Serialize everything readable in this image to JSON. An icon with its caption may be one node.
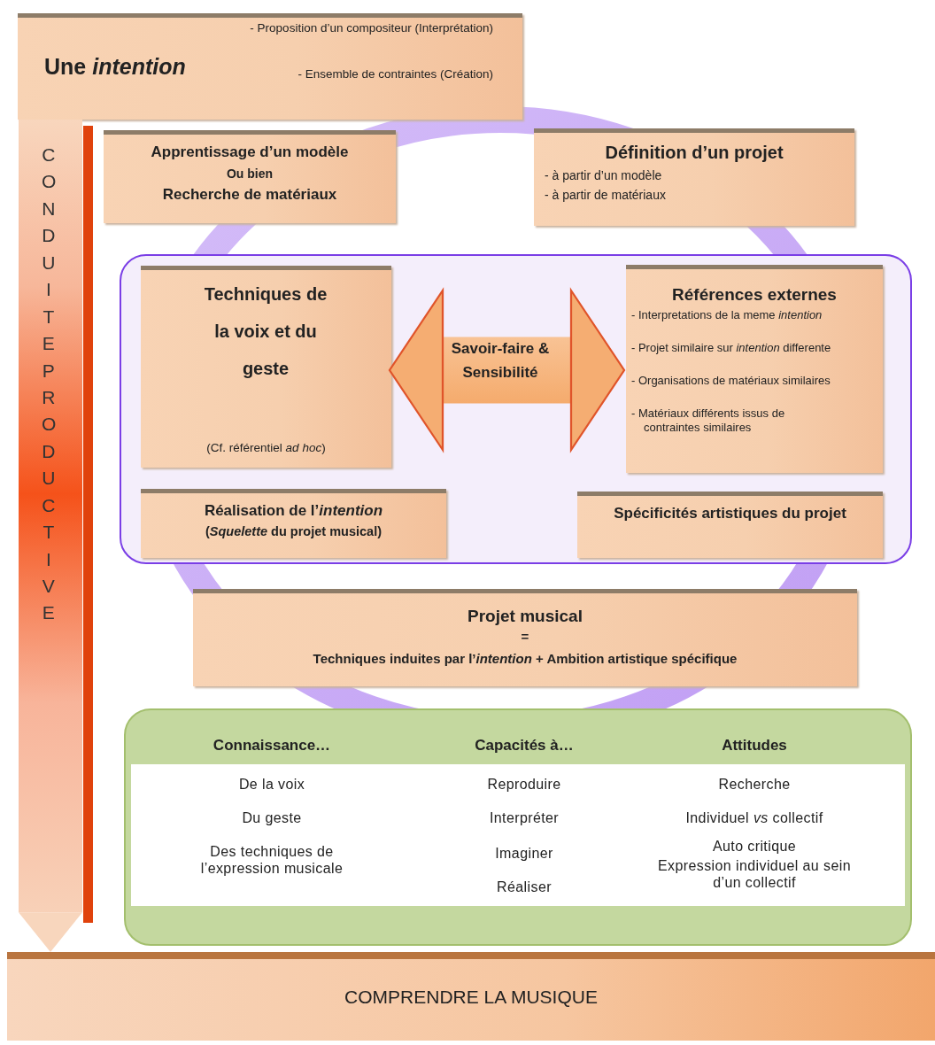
{
  "diagram": {
    "nodes": [
      {
        "text": [
          "Une *intention*",
          "- Proposition d’un compositeur (Interprétation)",
          "- Ensemble de contraintes (Création)"
        ]
      },
      {
        "text": [
          "Apprentissage d’un modèle",
          "Ou bien",
          "Recherche de matériaux"
        ]
      },
      {
        "text": [
          "Définition d’un projet",
          "- à partir d’un modèle",
          "- à partir de matériaux"
        ]
      },
      {
        "text": [],
        "shape": "box"
      },
      {
        "text": [
          "Techniques de la voix et du geste",
          "(Cf. référentiel *ad hoc*)"
        ],
        "in": 3
      },
      {
        "text": [
          "Références externes",
          "- Interpretations de la meme *intention*",
          "- Projet similaire sur *intention* differente",
          "- Organisations de matériaux similaires",
          "- Matériaux différents issus de contraintes similaires"
        ],
        "in": 3
      },
      {
        "text": [
          "Réalisation de l’*intention*",
          "(*Squelette* du projet musical)"
        ],
        "in": 3
      },
      {
        "text": [
          "Spécificités artistiques du projet"
        ],
        "in": 3
      },
      {
        "text": [
          "Projet musical",
          "=",
          "Techniques induites par l’*intention* + Ambition artistique spécifique"
        ]
      },
      {
        "text": [],
        "shape": "box"
      },
      {
        "text": [
          "COMPRENDRE LA MUSIQUE"
        ]
      }
    ],
    "edges": [
      {
        "from": 0,
        "to": 10,
        "arrow": "to",
        "label": "CONDUITE PRODUCTIVE",
        "style": "thick"
      },
      {
        "from": 4,
        "to": 5,
        "arrow": "both",
        "label": "Savoir-faire & Sensibilité",
        "style": "thick"
      }
    ],
    "labels": [
      "Connaissance…",
      "Capacités à…",
      "Attitudes",
      "De la voix",
      "Reproduire",
      "Recherche",
      "Du geste",
      "Interpréter",
      "Individuel *vs* collectif",
      "Des techniques de l’expression musicale",
      "Imaginer",
      "Auto critique",
      "Réaliser",
      "Expression individuel au sein d’un collectif"
    ]
  }
}
